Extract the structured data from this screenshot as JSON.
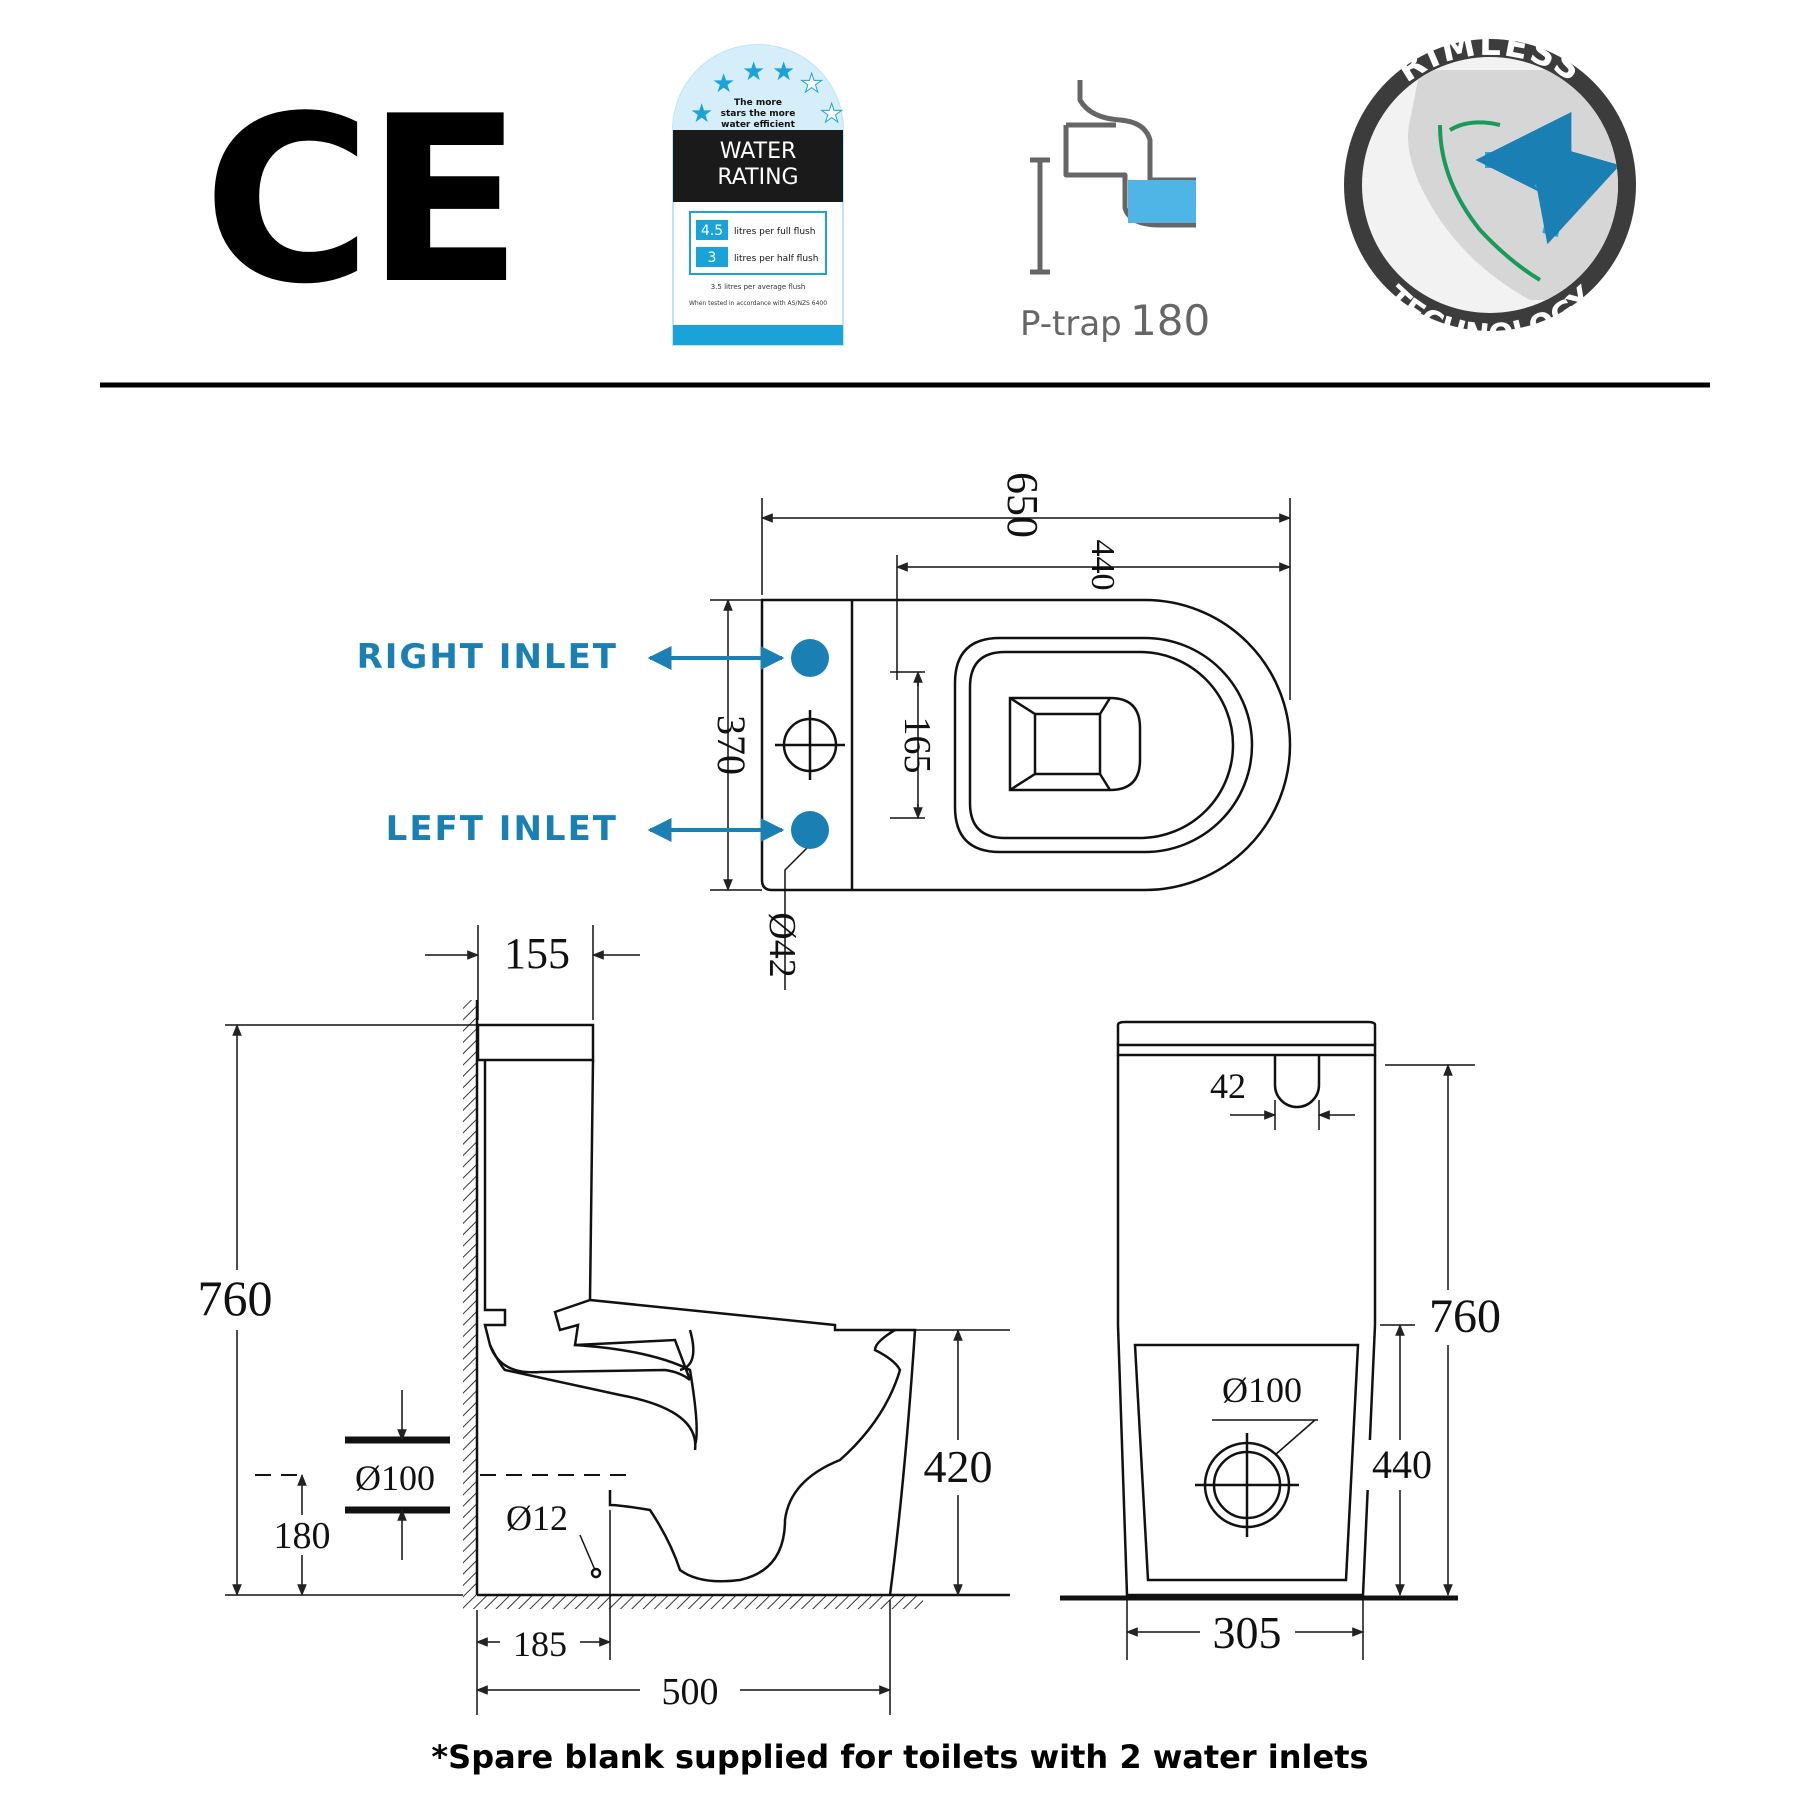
{
  "badges": {
    "ce_mark": "CE",
    "water_rating": {
      "tagline": "The more stars the more water efficient",
      "tagline_lines": [
        "The more",
        "stars the more",
        "water efficient"
      ],
      "title_line1": "WATER",
      "title_line2": "RATING",
      "full_flush_value": "4.5",
      "full_flush_label": "litres per full flush",
      "half_flush_value": "3",
      "half_flush_label": "litres per half flush",
      "average_note": "3.5 litres per average flush",
      "test_note": "When tested in accordance with AS/NZS 6400",
      "stars_filled": 4,
      "stars_total": 6,
      "accent": "#1aa3d9",
      "header_bg": "#1a1a1a"
    },
    "ptrap": {
      "label": "P-trap",
      "value": "180",
      "water_color": "#4fb4e6"
    },
    "rimless": {
      "top_text": "RIMLESS",
      "bottom_text": "TECHNOLOGY",
      "ring_color": "#3c3c3c",
      "arrow_color": "#2aa6dd",
      "rim_color": "#1a9a5a"
    }
  },
  "plan_view": {
    "width_overall": "650",
    "pan_length": "440",
    "tank_width": "370",
    "inlet_spacing": "165",
    "inlet_diameter": "Ø42",
    "right_inlet_label": "RIGHT INLET",
    "left_inlet_label": "LEFT INLET",
    "inlet_color": "#1a7fb3"
  },
  "side_view": {
    "tank_depth": "155",
    "height_total": "760",
    "outlet_diameter": "Ø100",
    "outlet_height": "180",
    "inlet_pipe": "Ø12",
    "seat_height": "420",
    "set_out": "185",
    "projection": "500"
  },
  "front_view": {
    "button_dim": "42",
    "height_total": "760",
    "outlet_diameter": "Ø100",
    "outlet_height": "440",
    "width": "305"
  },
  "footnote": "*Spare blank supplied for toilets with 2 water inlets"
}
